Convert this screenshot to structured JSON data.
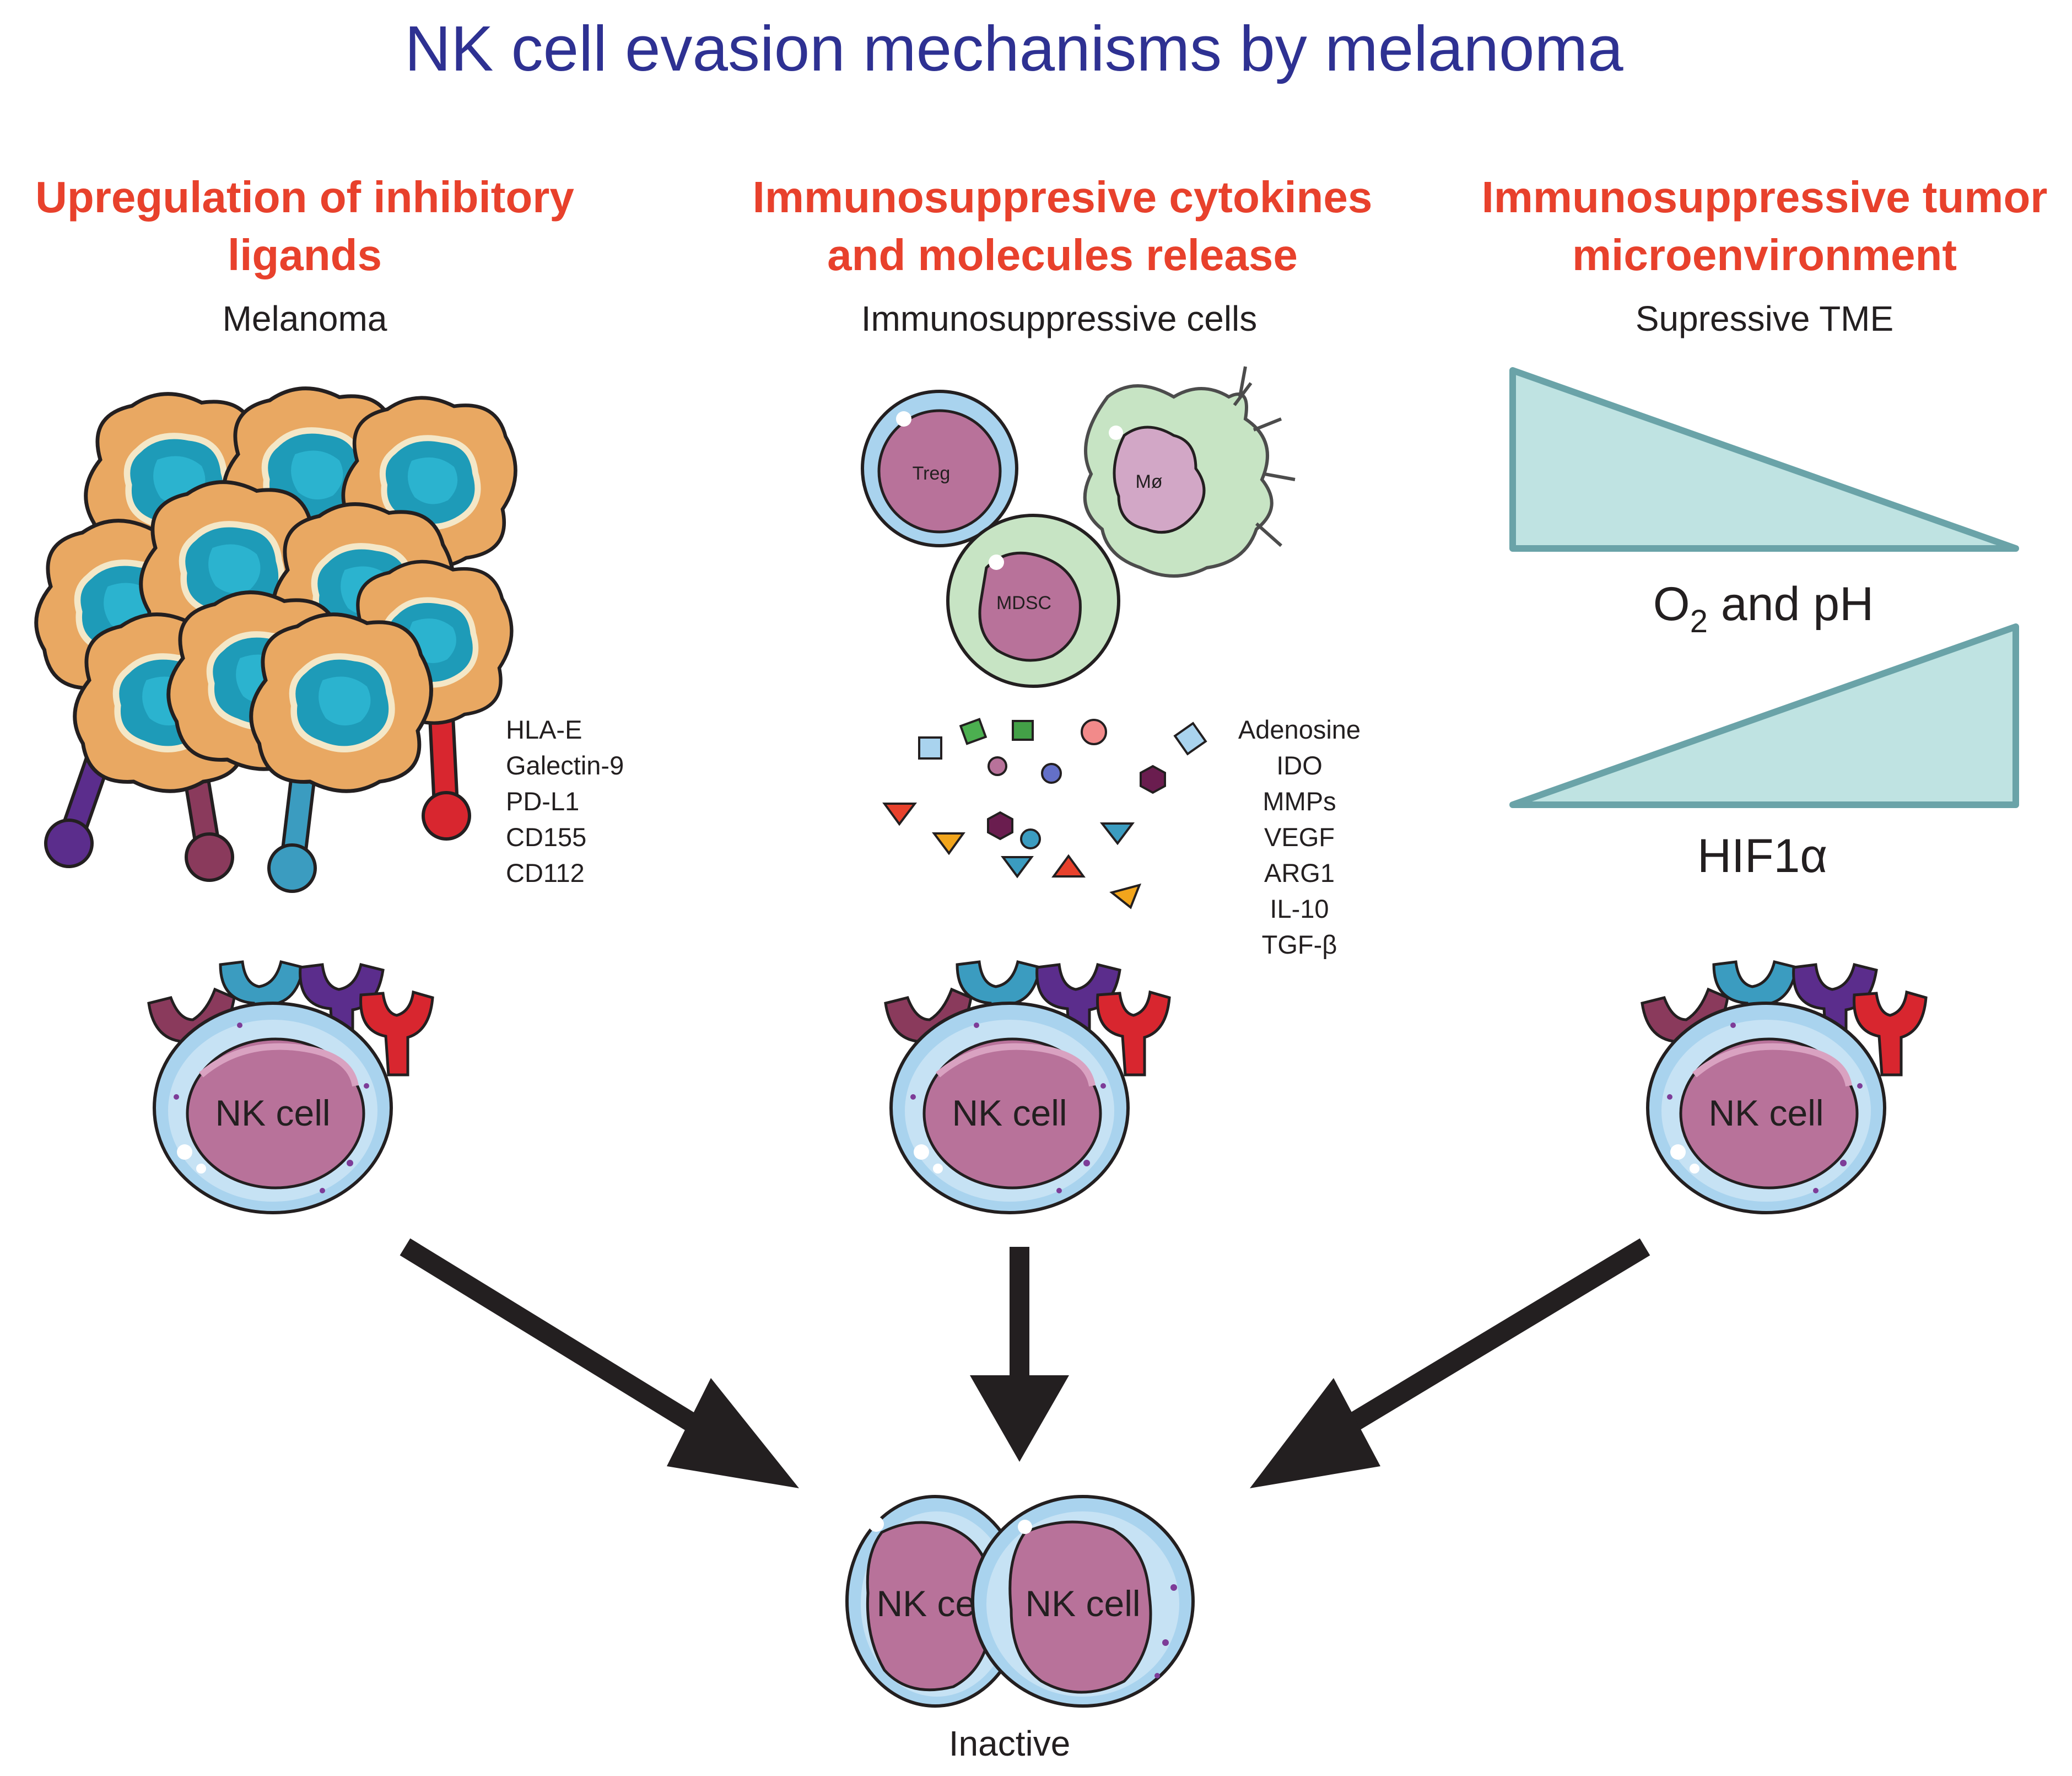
{
  "title": "NK cell evasion mechanisms by melanoma",
  "columns": [
    {
      "heading_line1": "Upregulation of inhibitory",
      "heading_line2": "ligands",
      "subtitle": "Melanoma",
      "labels": [
        "HLA-E",
        "Galectin-9",
        "PD-L1",
        "CD155",
        "CD112"
      ],
      "nk_label": "NK cell"
    },
    {
      "heading_line1": "Immunosuppresive cytokines",
      "heading_line2": "and molecules release",
      "subtitle": "Immunosuppressive cells",
      "cells": [
        "Treg",
        "Mø",
        "MDSC"
      ],
      "labels": [
        "Adenosine",
        "IDO",
        "MMPs",
        "VEGF",
        "ARG1",
        "IL-10",
        "TGF-β"
      ],
      "nk_label": "NK cell"
    },
    {
      "heading_line1": "Immunosuppressive tumor",
      "heading_line2": "microenvironment",
      "subtitle": "Supressive TME",
      "gradient_top_main": "O",
      "gradient_top_sub": "2",
      "gradient_top_rest": " and pH",
      "gradient_bottom": "HIF1α",
      "nk_label": "NK cell"
    }
  ],
  "outcome": {
    "nk_label_left": "NK cell",
    "nk_label_right": "NK cell",
    "label": "Inactive"
  },
  "colors": {
    "title": "#2e3192",
    "heading": "#e8412c",
    "nk_nucleus": "#b8729a",
    "nk_membrane": "#a9d3ee",
    "melanoma_cytoplasm": "#e9a862",
    "melanoma_nucleus": "#1e9bb8",
    "gradient_fill": "#bfe3e2",
    "gradient_stroke": "#6aa3a8",
    "receptor_maroon": "#8a3a5c",
    "receptor_teal": "#3b9cc0",
    "receptor_purple": "#5b2d8c",
    "receptor_red": "#d8262f"
  }
}
